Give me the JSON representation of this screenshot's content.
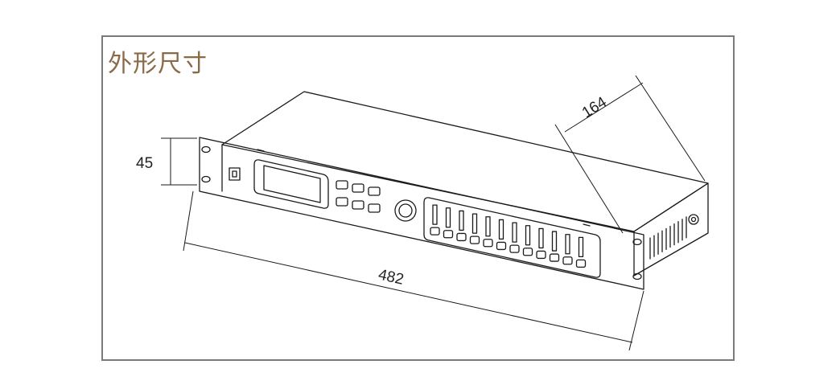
{
  "title": "外形尺寸",
  "dimensions": {
    "height": "45",
    "width": "482",
    "depth": "164"
  },
  "colors": {
    "title": "#8b6a48",
    "frame": "#7a7a7a",
    "line": "#1a1a1a"
  }
}
